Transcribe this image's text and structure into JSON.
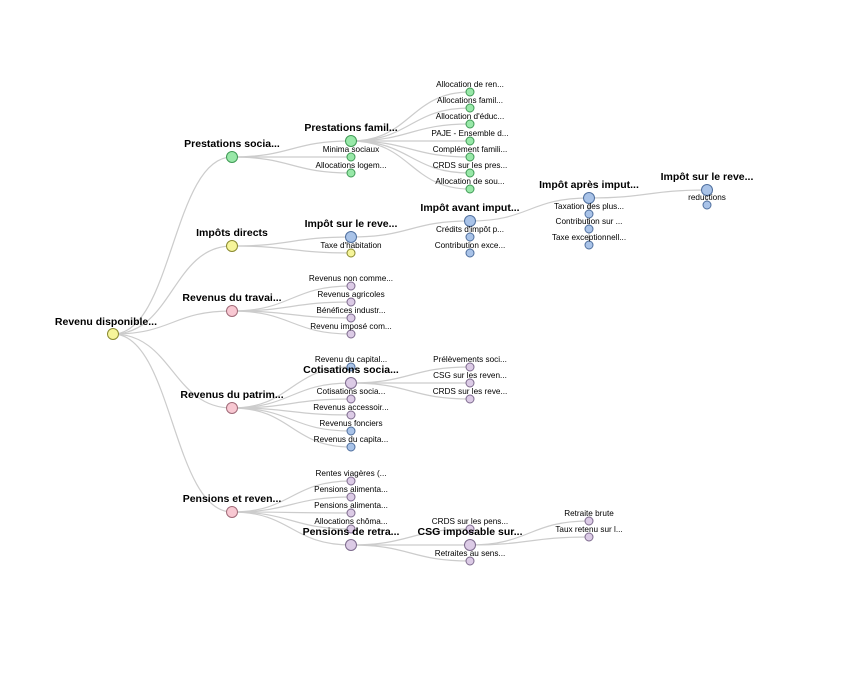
{
  "colors": {
    "yellow": "#f6f59a",
    "yellow_stroke": "#8a8a30",
    "green": "#98e8a8",
    "green_stroke": "#3f9a55",
    "pink": "#f8c8d2",
    "pink_stroke": "#a06a78",
    "blue": "#a9c3e8",
    "blue_stroke": "#4f6f9e",
    "lilac": "#dccbe6",
    "lilac_stroke": "#7d6a8d",
    "link": "#cccccc"
  },
  "tree": {
    "label": "Revenu disponible...",
    "color": "yellow",
    "children": [
      {
        "label": "Prestations socia...",
        "color": "green",
        "children": [
          {
            "label": "Prestations famil...",
            "color": "green",
            "children": [
              {
                "label": "Allocation de ren...",
                "color": "green"
              },
              {
                "label": "Allocations famil...",
                "color": "green"
              },
              {
                "label": "Allocation d'éduc...",
                "color": "green"
              },
              {
                "label": "PAJE - Ensemble d...",
                "color": "green"
              },
              {
                "label": "Complément famili...",
                "color": "green"
              },
              {
                "label": "CRDS sur les pres...",
                "color": "green"
              },
              {
                "label": "Allocation de sou...",
                "color": "green"
              }
            ]
          },
          {
            "label": "Minima sociaux",
            "color": "green"
          },
          {
            "label": "Allocations logem...",
            "color": "green"
          }
        ]
      },
      {
        "label": "Impôts directs",
        "color": "yellow",
        "children": [
          {
            "label": "Impôt sur le reve...",
            "color": "blue",
            "children": [
              {
                "label": "Impôt avant imput...",
                "color": "blue",
                "children": [
                  {
                    "label": "Impôt après imput...",
                    "color": "blue",
                    "children": [
                      {
                        "label": "Impôt sur le reve...",
                        "color": "blue",
                        "children": [
                          {
                            "label": "reductions",
                            "color": "blue"
                          }
                        ]
                      },
                      {
                        "label": "Taxation des plus...",
                        "color": "blue"
                      },
                      {
                        "label": "Contribution sur ...",
                        "color": "blue"
                      },
                      {
                        "label": "Taxe exceptionnell...",
                        "color": "blue"
                      }
                    ]
                  },
                  {
                    "label": "Crédits d'impôt p...",
                    "color": "blue"
                  },
                  {
                    "label": "Contribution exce...",
                    "color": "blue"
                  }
                ]
              }
            ]
          },
          {
            "label": "Taxe d'habitation",
            "color": "yellow"
          }
        ]
      },
      {
        "label": "Revenus du travai...",
        "color": "pink",
        "children": [
          {
            "label": "Revenus non comme...",
            "color": "lilac"
          },
          {
            "label": "Revenus agricoles",
            "color": "lilac"
          },
          {
            "label": "Bénéfices industr...",
            "color": "lilac"
          },
          {
            "label": "Revenu imposé com...",
            "color": "lilac"
          }
        ]
      },
      {
        "label": "Revenus du patrim...",
        "color": "pink",
        "children": [
          {
            "label": "Revenu du capital...",
            "color": "blue"
          },
          {
            "label": "Cotisations socia...",
            "color": "lilac",
            "children": [
              {
                "label": "Prélèvements soci...",
                "color": "lilac"
              },
              {
                "label": "CSG sur les reven...",
                "color": "lilac"
              },
              {
                "label": "CRDS sur les reve...",
                "color": "lilac"
              }
            ]
          },
          {
            "label": "Cotisations socia...",
            "color": "lilac"
          },
          {
            "label": "Revenus accessoir...",
            "color": "lilac"
          },
          {
            "label": "Revenus fonciers",
            "color": "blue"
          },
          {
            "label": "Revenus du capita...",
            "color": "blue"
          }
        ]
      },
      {
        "label": "Pensions et reven...",
        "color": "pink",
        "children": [
          {
            "label": "Rentes viagères (...",
            "color": "lilac"
          },
          {
            "label": "Pensions alimenta...",
            "color": "lilac"
          },
          {
            "label": "Pensions alimenta...",
            "color": "lilac"
          },
          {
            "label": "Allocations chôma...",
            "color": "lilac"
          },
          {
            "label": "Pensions de retra...",
            "color": "lilac",
            "children": [
              {
                "label": "CRDS sur les pens...",
                "color": "lilac"
              },
              {
                "label": "CSG imposable sur...",
                "color": "lilac",
                "children": [
                  {
                    "label": "Retraite brute",
                    "color": "lilac"
                  },
                  {
                    "label": "Taux retenu sur l...",
                    "color": "lilac"
                  }
                ]
              },
              {
                "label": "Retraites au sens...",
                "color": "lilac"
              }
            ]
          }
        ]
      }
    ]
  }
}
